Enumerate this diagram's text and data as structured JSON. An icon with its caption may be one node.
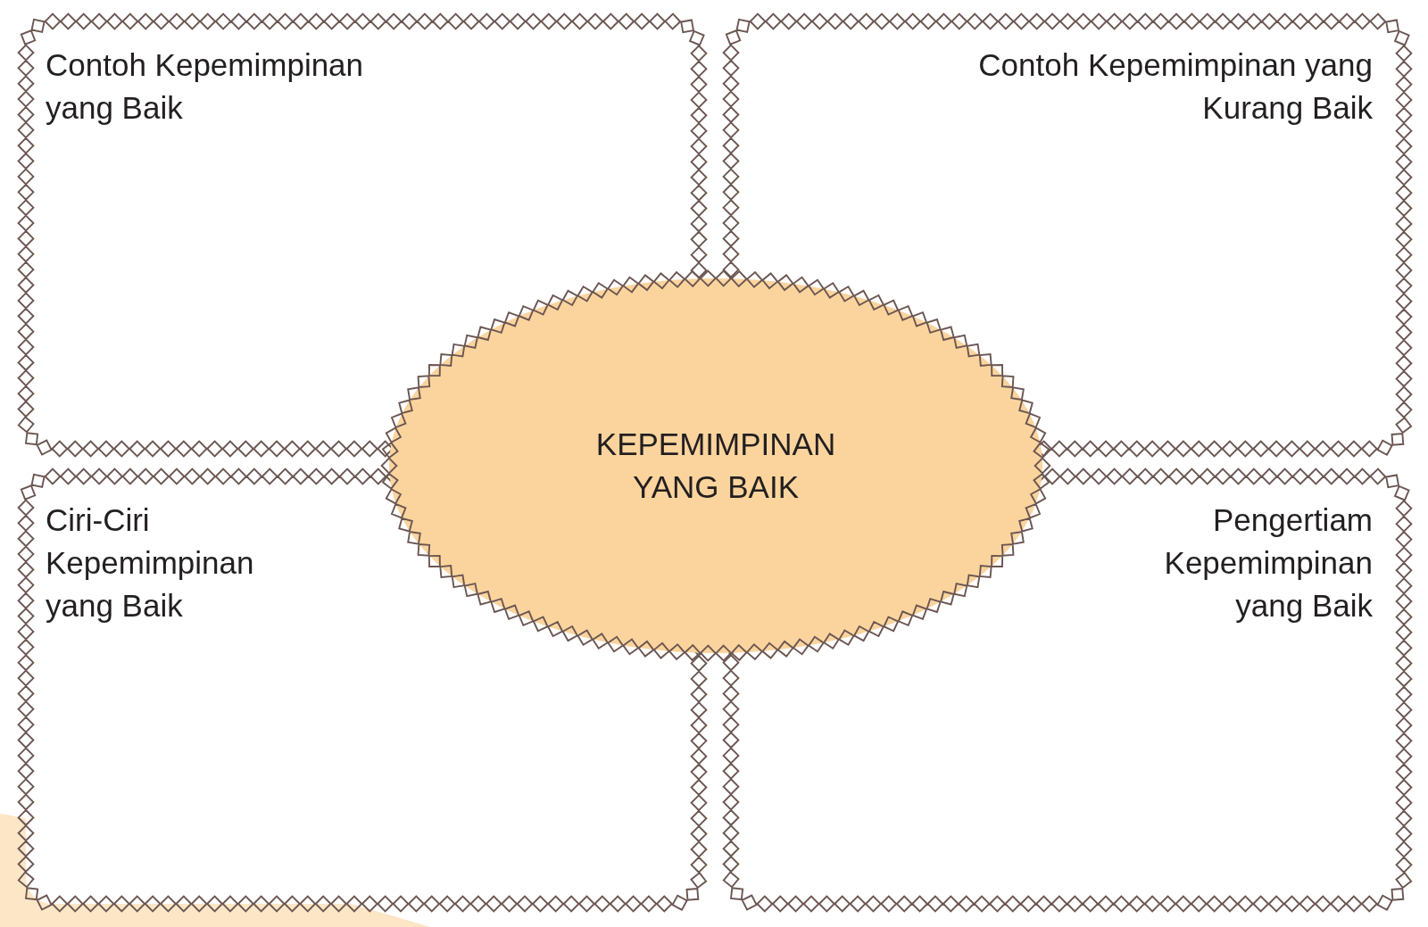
{
  "diagram": {
    "nodes": [
      {
        "text": [
          "Contoh Kepemimpinan yang Baik"
        ]
      },
      {
        "text": [
          "Contoh Kepemimpinan yang Kurang Baik"
        ]
      },
      {
        "text": [
          "KEPEMIMPINAN YANG BAIK"
        ]
      },
      {
        "text": [
          "Ciri-Ciri Kepemimpinan yang Baik"
        ]
      },
      {
        "text": [
          "Pengertiam Kepemimpinan yang Baik"
        ]
      }
    ]
  }
}
